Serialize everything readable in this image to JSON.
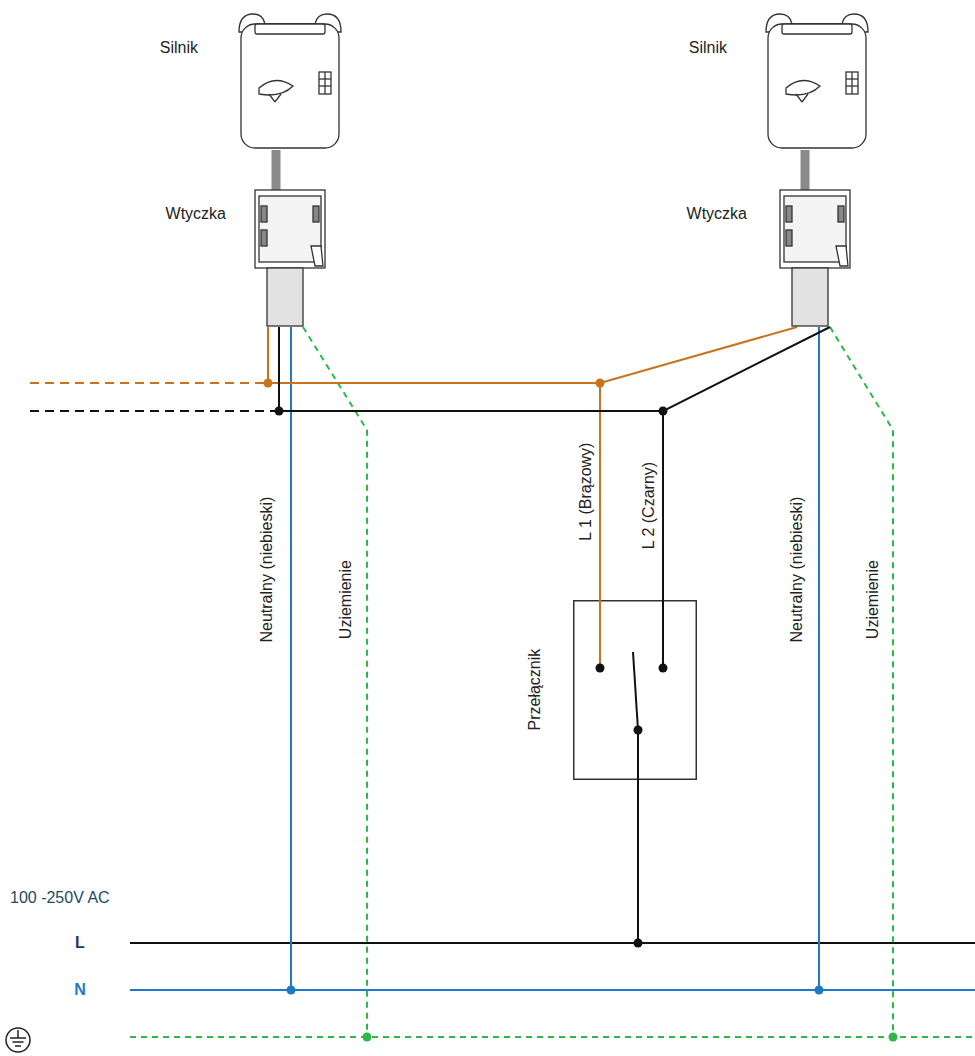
{
  "diagram": {
    "nodes": [
      {
        "text": [
          "Silnik"
        ]
      },
      {
        "text": [
          "Wtyczka"
        ]
      },
      {
        "text": [
          "Silnik"
        ]
      },
      {
        "text": [
          "Wtyczka"
        ]
      },
      {
        "text": [
          "Przełącznik"
        ]
      }
    ],
    "edges": [
      {
        "from": 0,
        "to": 1,
        "arrow": "none"
      },
      {
        "from": 2,
        "to": 3,
        "arrow": "none"
      },
      {
        "from": 4,
        "to": 1,
        "arrow": "none"
      },
      {
        "from": 4,
        "to": 3,
        "arrow": "none",
        "label": "L 1 (Brązowy)"
      },
      {
        "from": 4,
        "to": 1,
        "arrow": "none"
      },
      {
        "from": 4,
        "to": 3,
        "arrow": "none",
        "label": "L 2 (Czarny)"
      }
    ],
    "labels": [
      "Neutralny (niebieski)",
      "Uziemienie",
      "Neutralny (niebieski)",
      "Uziemienie",
      "100 -250V AC",
      "L",
      "N"
    ]
  }
}
